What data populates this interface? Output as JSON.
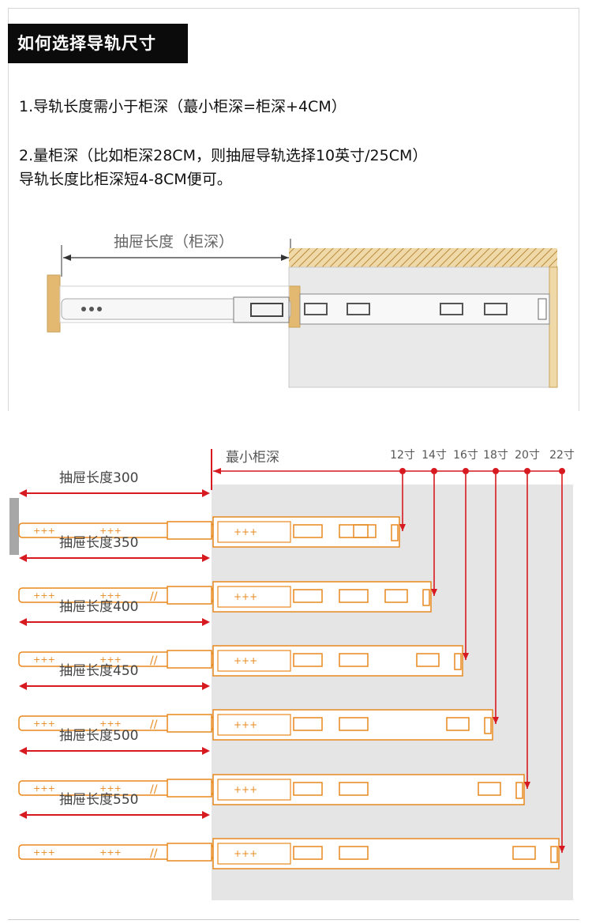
{
  "header": {
    "title": "如何选择导轨尺寸"
  },
  "instructions": {
    "line1": "1.导轨长度需小于柜深（蕞小柜深=柜深+4CM）",
    "line2": "2.量柜深（比如柜深28CM，则抽屉导轨选择10英寸/25CM）",
    "line3": "导轨长度比柜深短4-8CM便可。"
  },
  "top_diagram": {
    "drawer_length_label": "抽屉长度（柜深）"
  },
  "size_chart": {
    "min_depth_label": "蕞小柜深",
    "sizes": [
      "12寸",
      "14寸",
      "16寸",
      "18寸",
      "20寸",
      "22寸"
    ],
    "drawer_lengths": [
      "抽屉长度300",
      "抽屉长度350",
      "抽屉长度400",
      "抽屉长度450",
      "抽屉长度500",
      "抽屉长度550"
    ],
    "colors": {
      "rail": "#e8891f",
      "arrow": "#d71920",
      "cabinet": "#e5e5e5",
      "wood": "#e3b870"
    }
  }
}
